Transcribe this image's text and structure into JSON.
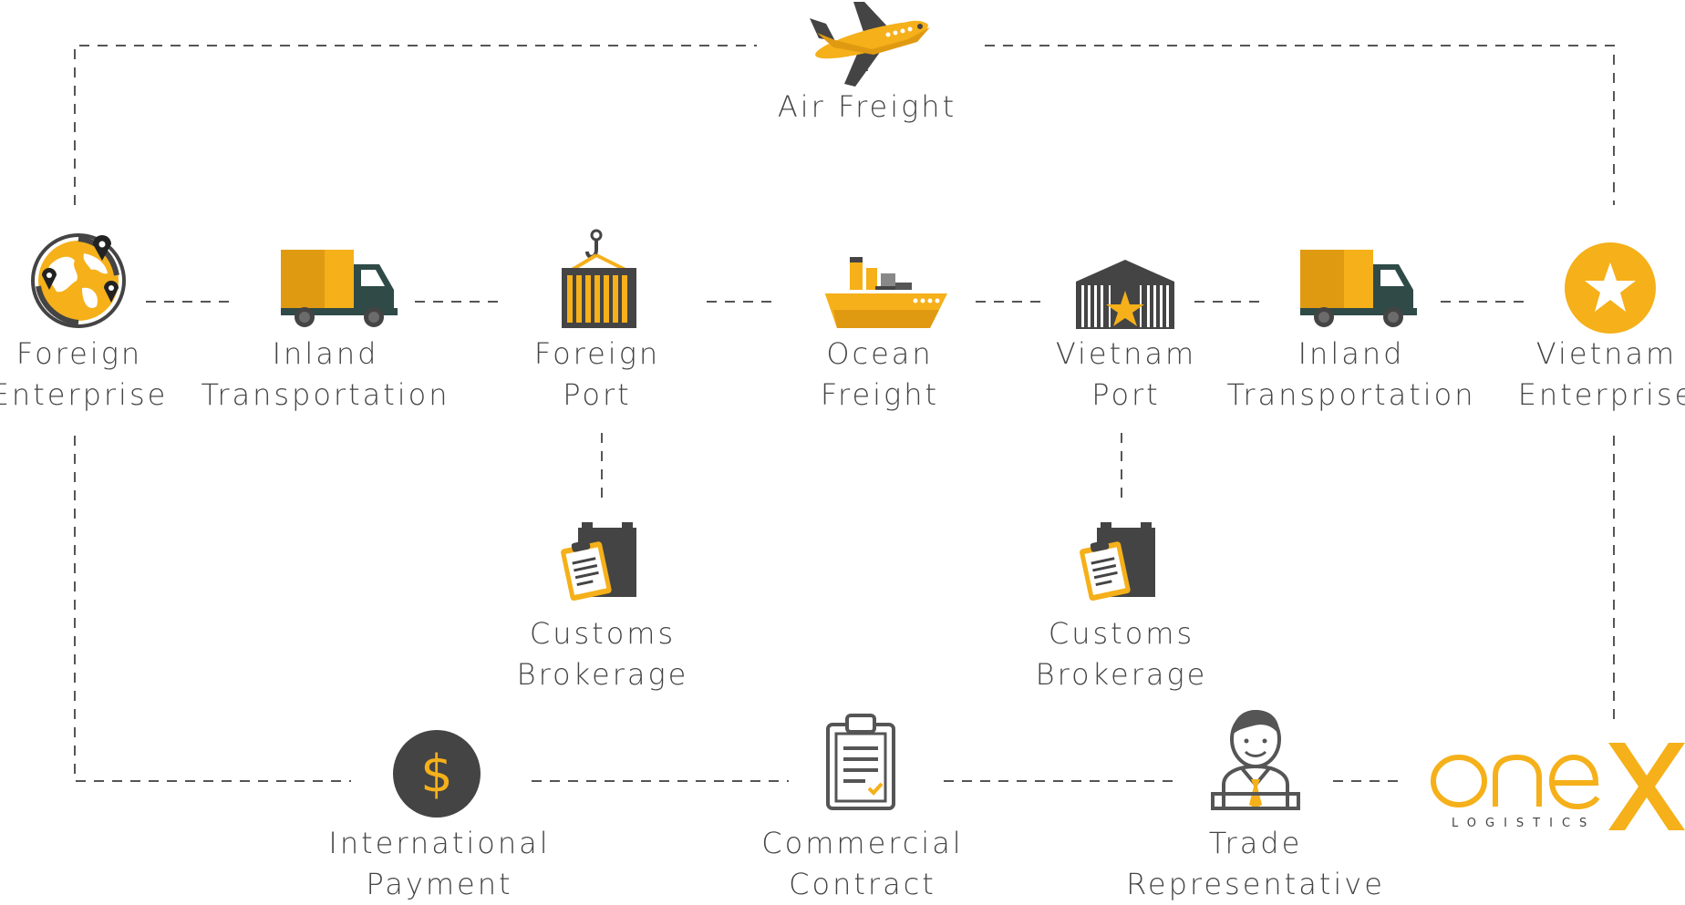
{
  "colors": {
    "accent": "#F5B01A",
    "accent_dark": "#E09A12",
    "dark": "#444444",
    "text": "#444444",
    "line": "#555555",
    "truck_cab": "#2F4A47"
  },
  "nodes": {
    "air_freight": {
      "label": "Air Freight",
      "icon": "airplane-icon"
    },
    "foreign_enterprise": {
      "line1": "Foreign",
      "line2": "Enterprise",
      "icon": "globe-pins-icon"
    },
    "inland_1": {
      "line1": "Inland",
      "line2": "Transportation",
      "icon": "truck-icon"
    },
    "foreign_port": {
      "line1": "Foreign",
      "line2": "Port",
      "icon": "container-crane-icon"
    },
    "ocean_freight": {
      "line1": "Ocean",
      "line2": "Freight",
      "icon": "cargo-ship-icon"
    },
    "vietnam_port": {
      "line1": "Vietnam",
      "line2": "Port",
      "icon": "warehouse-star-icon"
    },
    "inland_2": {
      "line1": "Inland",
      "line2": "Transportation",
      "icon": "truck-icon"
    },
    "vietnam_enterprise": {
      "line1": "Vietnam",
      "line2": "Enterprise",
      "icon": "star-circle-icon"
    },
    "customs_1": {
      "line1": "Customs",
      "line2": "Brokerage",
      "icon": "clipboard-box-icon"
    },
    "customs_2": {
      "line1": "Customs",
      "line2": "Brokerage",
      "icon": "clipboard-box-icon"
    },
    "payment": {
      "line1": "International",
      "line2": "Payment",
      "icon": "dollar-circle-icon"
    },
    "contract": {
      "line1": "Commercial",
      "line2": "Contract",
      "icon": "contract-clipboard-icon"
    },
    "trade_rep": {
      "line1": "Trade",
      "line2": "Representative",
      "icon": "person-tie-icon"
    }
  },
  "logo": {
    "wordmark": "oneX",
    "tagline": "LOGISTICS"
  }
}
